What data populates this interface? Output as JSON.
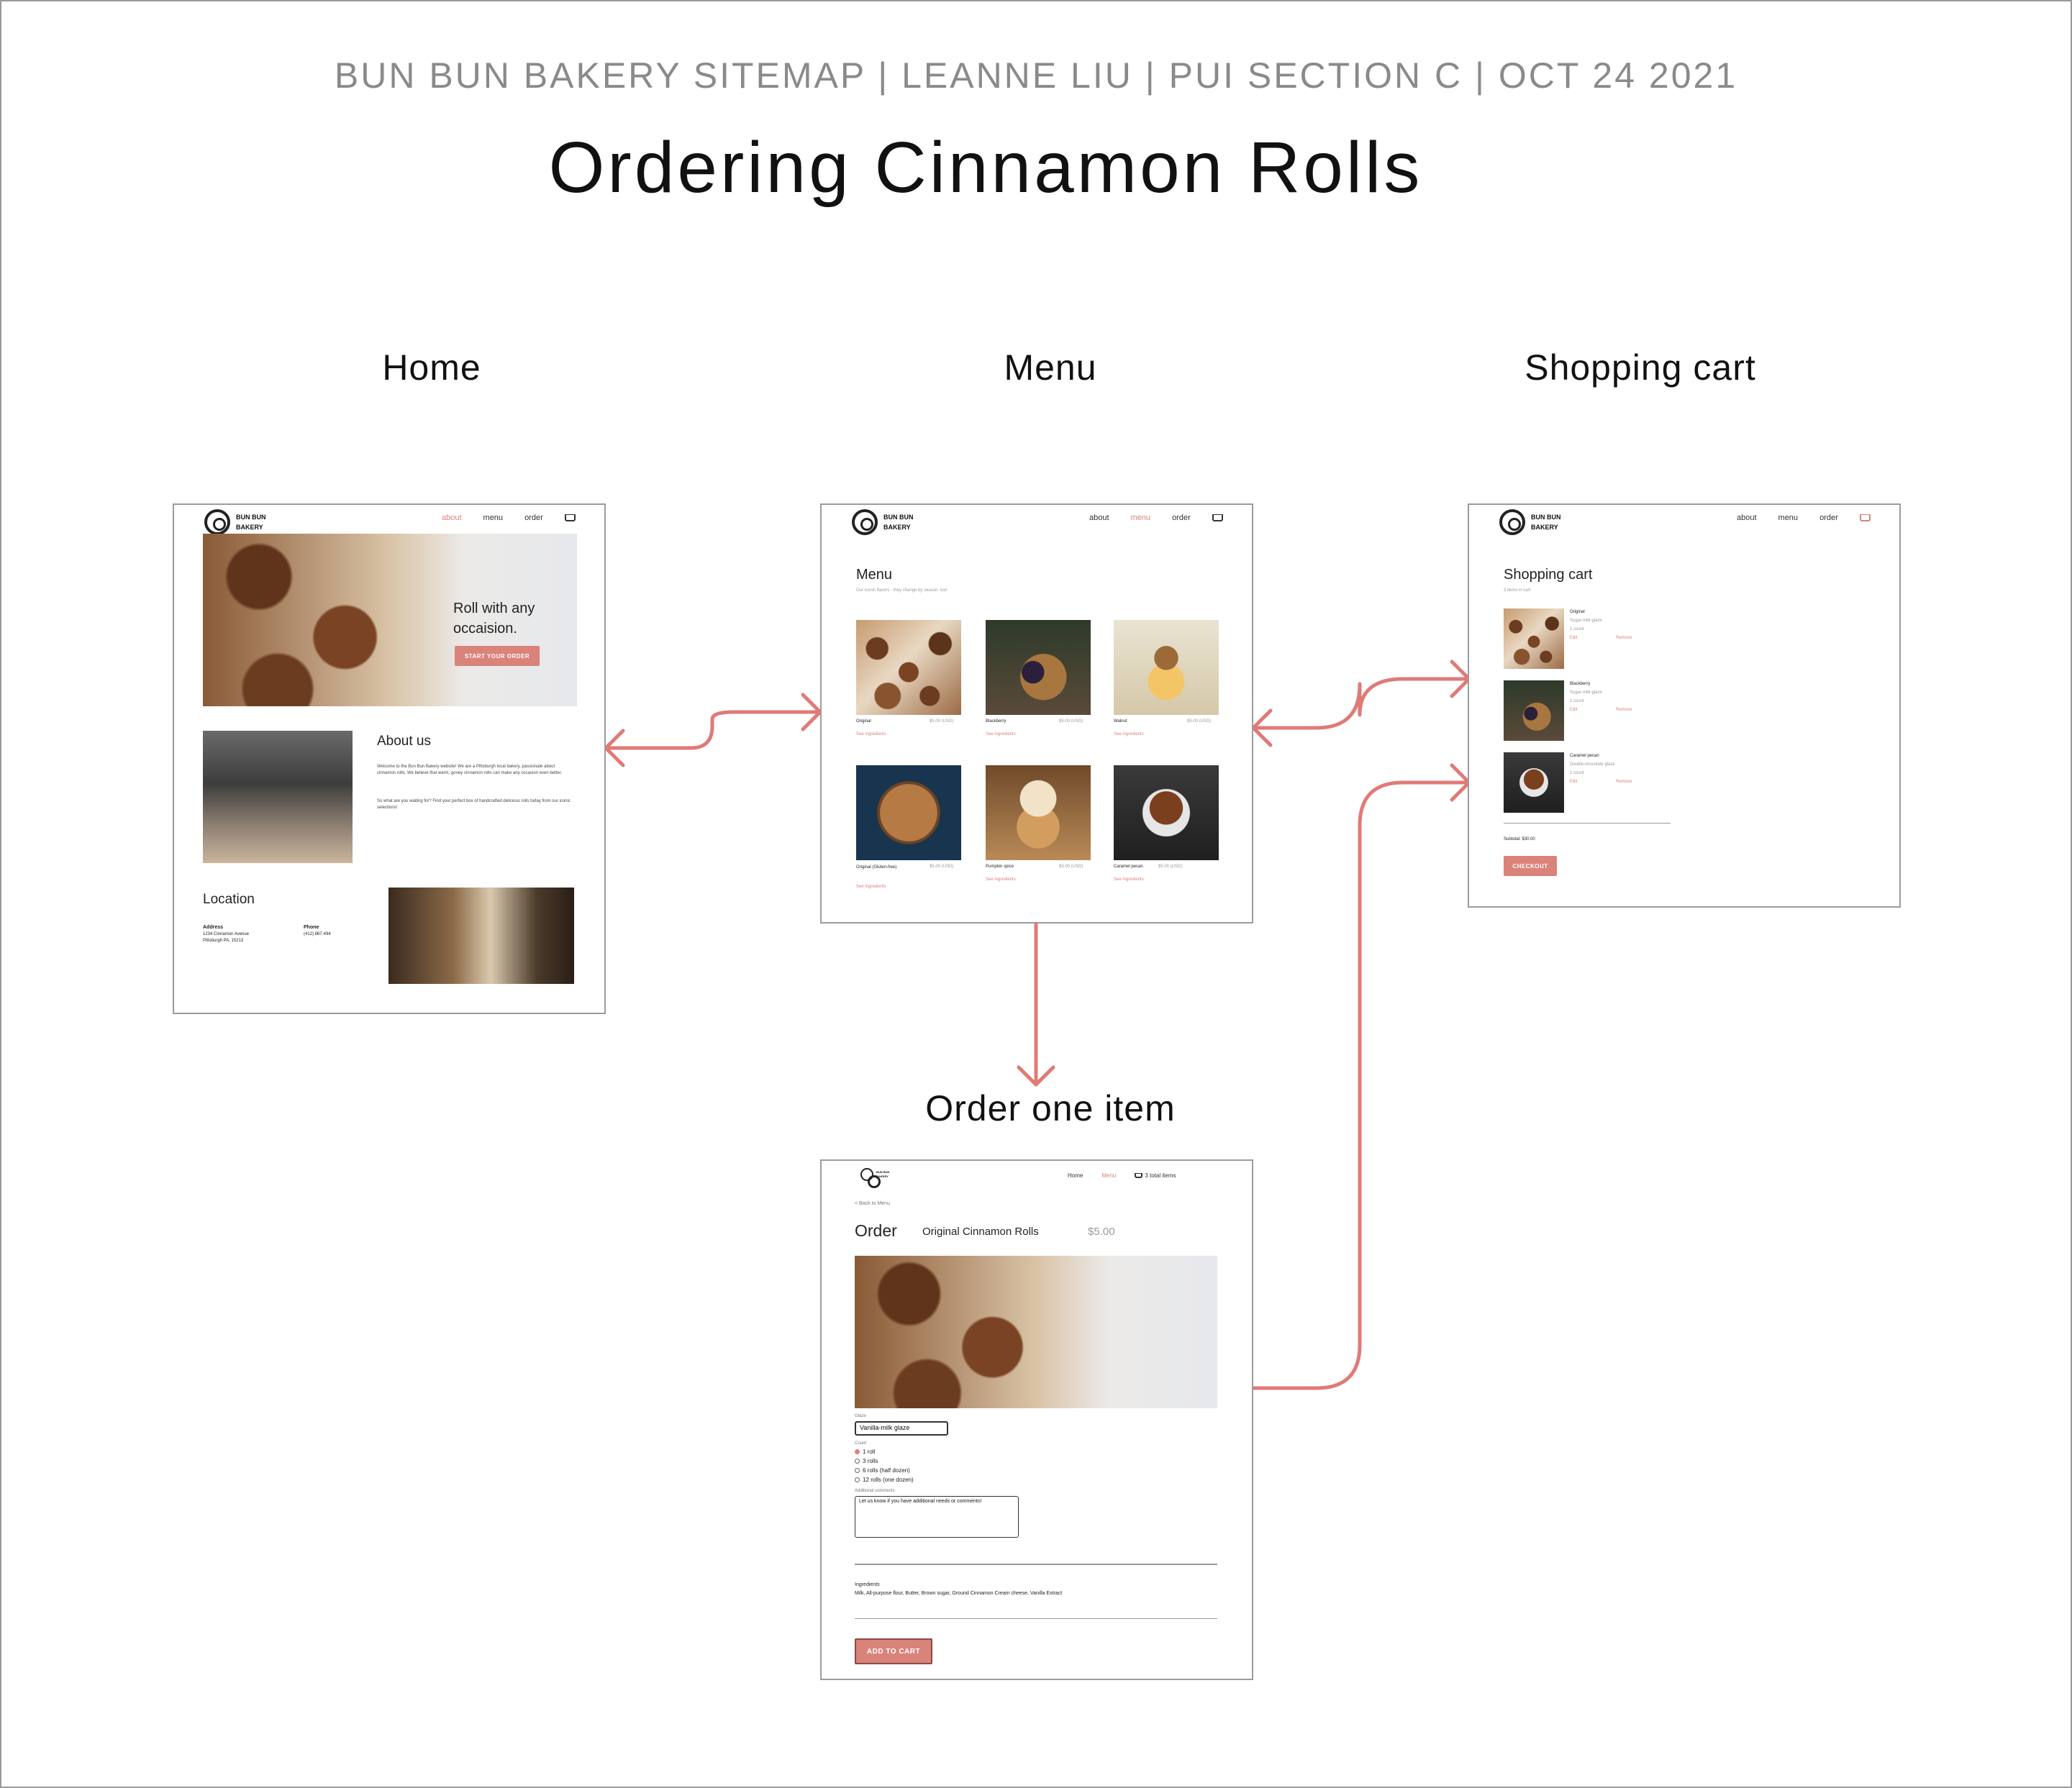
{
  "header": {
    "subtitle": "BUN BUN BAKERY SITEMAP | LEANNE LIU | PUI SECTION C | OCT 24 2021",
    "title": "Ordering Cinnamon Rolls"
  },
  "nodes": {
    "home": "Home",
    "menu": "Menu",
    "cart": "Shopping cart",
    "order": "Order one item"
  },
  "colors": {
    "accent": "#d9837a",
    "border": "#9b9b9b",
    "wire": "#e07a77"
  },
  "logo": {
    "line1": "BUN BUN",
    "line2": "BAKERY"
  },
  "nav": {
    "about": "about",
    "menu": "menu",
    "order": "order",
    "cart_icon": "cart-icon"
  },
  "home_page": {
    "hero_text": "Roll with any occaision.",
    "hero_button": "START YOUR ORDER",
    "about_heading": "About us",
    "about_p1": "Welcome to the Bun Bun Bakery website! We are a Pittsburgh local bakery, passionate about cinnamon rolls. We believe that warm, gooey cinnamon rolls can make any occasion even better.",
    "about_p2": "So what are you waiting for? Find your perfect box of handcrafted delicious rolls today from our iconic selections!",
    "location_heading": "Location",
    "address_label": "Address",
    "address_line1": "1234 Cinnamon Avenue",
    "address_line2": "Pittsburgh PA, 15213",
    "phone_label": "Phone",
    "phone_value": "(412) 867-494"
  },
  "menu_page": {
    "heading": "Menu",
    "caption": "Our iconic flavors - they change by season, too!",
    "items": [
      {
        "name": "Original",
        "price": "$5.00 (USD)",
        "link": "See ingredients"
      },
      {
        "name": "Blackberry",
        "price": "$5.00 (USD)",
        "link": "See ingredients"
      },
      {
        "name": "Walnut",
        "price": "$5.00 (USD)",
        "link": "See ingredients"
      },
      {
        "name": "Original (Gluten-free)",
        "price": "$5.00 (USD)",
        "link": "See ingredients"
      },
      {
        "name": "Pumpkin spice",
        "price": "$5.00 (USD)",
        "link": "See ingredients"
      },
      {
        "name": "Caramel pecan",
        "price": "$5.00 (USD)",
        "link": "See ingredients"
      }
    ]
  },
  "cart_page": {
    "heading": "Shopping cart",
    "caption": "3 items in cart",
    "items": [
      {
        "name": "Original",
        "glaze": "Sugar-milk glaze",
        "count": "1 count",
        "edit": "Edit",
        "remove": "Remove"
      },
      {
        "name": "Blackberry",
        "glaze": "Sugar-milk glaze",
        "count": "1 count",
        "edit": "Edit",
        "remove": "Remove"
      },
      {
        "name": "Caramel pecan",
        "glaze": "Double-chocolate glaze",
        "count": "1 count",
        "edit": "Edit",
        "remove": "Remove"
      }
    ],
    "subtotal": "Subtotal: $30.00",
    "checkout": "CHECKOUT"
  },
  "order_page": {
    "nav_home": "Home",
    "nav_menu": "Menu",
    "nav_cart": "3 total items",
    "back": "< Back to Menu",
    "heading": "Order",
    "product": "Original Cinnamon Rolls",
    "price": "$5.00",
    "glaze_label": "Glaze",
    "glaze_value": "Vanilla-milk glaze",
    "count_label": "Count",
    "options": [
      "1 roll",
      "3 rolls",
      "6 rolls (half dozen)",
      "12 rolls (one dozen)"
    ],
    "comments_label": "Additional comments",
    "comments_placeholder": "Let us know if you have additional needs or comments!",
    "ingredients_label": "Ingredients",
    "ingredients_value": "Milk, All-purpose flour, Butter, Brown sugar, Ground Cinnamon Cream cheese, Vanilla Extract",
    "add_button": "ADD TO CART"
  }
}
